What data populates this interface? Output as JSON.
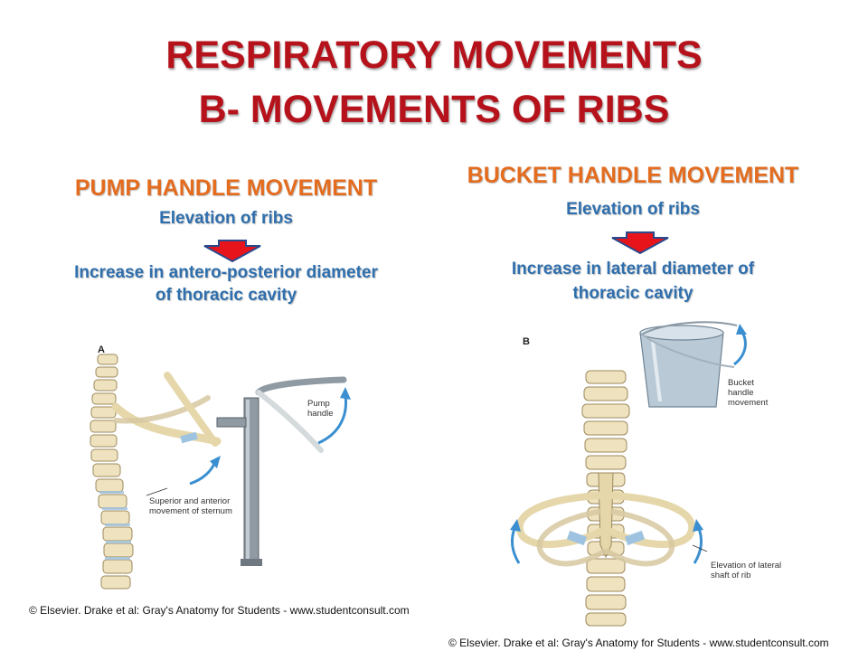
{
  "title": {
    "line1": "RESPIRATORY MOVEMENTS",
    "line2": "B- MOVEMENTS OF RIBS"
  },
  "left_panel": {
    "heading": "PUMP HANDLE MOVEMENT",
    "subheading": "Elevation of ribs",
    "result_line1": "Increase in antero-posterior diameter",
    "result_line2": "of thoracic cavity",
    "figure": {
      "letter": "A",
      "label_pump_line1": "Pump",
      "label_pump_line2": "handle",
      "label_sternum_line1": "Superior and anterior",
      "label_sternum_line2": "movement of sternum"
    },
    "credit": "© Elsevier. Drake et al: Gray's Anatomy for Students - www.studentconsult.com"
  },
  "right_panel": {
    "heading": "BUCKET HANDLE MOVEMENT",
    "subheading": "Elevation of ribs",
    "result_line1": "Increase in lateral diameter of",
    "result_line2": "thoracic cavity",
    "figure": {
      "letter": "B",
      "label_bucket_line1": "Bucket",
      "label_bucket_line2": "handle",
      "label_bucket_line3": "movement",
      "label_shaft_line1": "Elevation of lateral",
      "label_shaft_line2": "shaft of rib"
    },
    "credit": "© Elsevier. Drake et al: Gray's Anatomy for Students - www.studentconsult.com"
  },
  "colors": {
    "title": "#b5121b",
    "heading": "#e36c1f",
    "body_text": "#2f6fad",
    "arrow_fill": "#e8141b",
    "arrow_outline": "#2a4a8c",
    "bone": "#efe3bf",
    "motion_arrow": "#3a8fd0"
  }
}
